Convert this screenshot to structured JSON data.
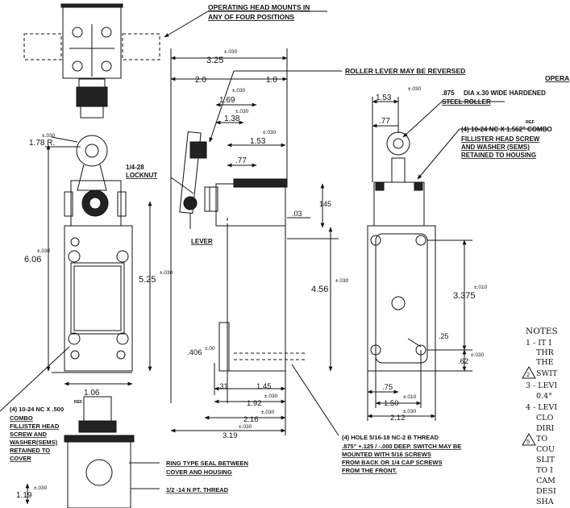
{
  "labels": {
    "head_mounts": "OPERATING HEAD MOUNTS IN",
    "head_mounts_2": "ANY OF FOUR POSITIONS",
    "roller_lever": "ROLLER LEVER MAY BE REVERSED",
    "opera": "OPERA",
    "roller_spec_dia": ".875",
    "roller_spec_rest": "DIA x.30  WIDE HARDENED",
    "roller_spec_2": "STEEL ROLLER",
    "combo_1": "(4) 10-24 NC X 1.562\" COMBO",
    "combo_ref": "REF",
    "combo_2": "FILLISTER HEAD SCREW",
    "combo_3": "AND WASHER (SEMS)",
    "combo_4": "RETAINED TO HOUSING",
    "locknut_1": "1/4-28",
    "locknut_2": "LOCKNUT",
    "lever": "LEVER",
    "cover_1": "(4) 10-24 NC X .500",
    "cover_ref": "REF.",
    "cover_2": "COMBO",
    "cover_3": "FILLISTER HEAD",
    "cover_4": "SCREW AND",
    "cover_5": "WASHER(SEMS)",
    "cover_6": "RETAINED TO",
    "cover_7": "COVER",
    "hole_1": "(4) HOLE 5/16-18 NC-2 B THREAD",
    "hole_2": ".875\" +.125 / -.000 DEEP. SWITCH MAY BE",
    "hole_3": "MOUNTED WITH 5/16 SCREWS",
    "hole_4": "FROM BACK OR 1/4 CAP SCREWS",
    "hole_5": "FROM THE FRONT.",
    "ring_1": "RING TYPE SEAL BETWEEN",
    "ring_2": "COVER AND HOUSING",
    "npt": "1/2 -14 N PT.    THREAD"
  },
  "dimensions": {
    "d325": "3.25",
    "d20": "2.0",
    "d10": "1.0",
    "d169": "1.69",
    "d138": "1.38",
    "d153a": "1.53",
    "d77a": ".77",
    "d178": "1.78 R.",
    "d606": "6.06",
    "d525": "5.25",
    "d106": "1.06",
    "d145": "145",
    "d03": ".03",
    "d456": "4.56",
    "d406": ".406",
    "d31": ".31",
    "d145b": "1.45",
    "d192": "1.92",
    "d216": "2.16",
    "d319": "3.19",
    "d153b": "1.53",
    "d77b": ".77",
    "d3375": "3.375",
    "d25r": ".25",
    "d62": ".62",
    "d75": ".75",
    "d150": "1.50",
    "d212": "2.12",
    "d119": "1.19",
    "tol030": "±.030",
    "tol010": "±.010",
    "tol00": "±.00"
  },
  "notes": {
    "title": "NOTES",
    "lines": [
      "1 - IT I",
      "THR",
      "THE",
      "SWIT",
      "3 - LEVI",
      "0.4°",
      "4 - LEVI",
      "CLO",
      "DIRI",
      "TO",
      "COU",
      "SLIT",
      "TO I",
      "CAM",
      "DESI",
      "SHA"
    ],
    "markers": [
      "2",
      "5"
    ]
  }
}
